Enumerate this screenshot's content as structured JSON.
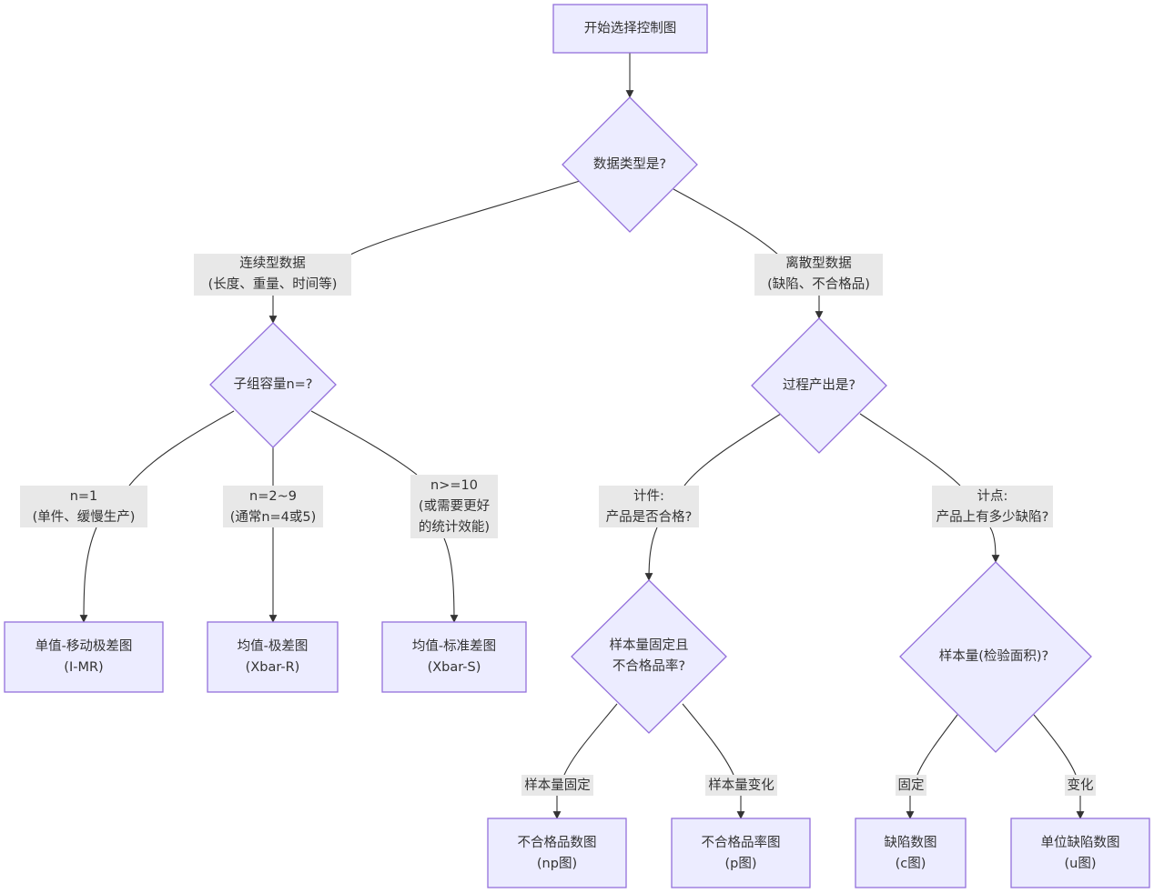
{
  "nodes": {
    "start": [
      "开始选择控制图"
    ],
    "data_type": [
      "数据类型是?"
    ],
    "subgroup": [
      "子组容量n=?"
    ],
    "process": [
      "过程产出是?"
    ],
    "imr": [
      "单值-移动极差图",
      "(I-MR)"
    ],
    "xbar_r": [
      "均值-极差图",
      "(Xbar-R)"
    ],
    "xbar_s": [
      "均值-标准差图",
      "(Xbar-S)"
    ],
    "fixed_rate": [
      "样本量固定且",
      "不合格品率?"
    ],
    "sample_area": [
      "样本量(检验面积)?"
    ],
    "np": [
      "不合格品数图",
      "(np图)"
    ],
    "p": [
      "不合格品率图",
      "(p图)"
    ],
    "c": [
      "缺陷数图",
      "(c图)"
    ],
    "u": [
      "单位缺陷数图",
      "(u图)"
    ]
  },
  "edge_labels": {
    "continuous": [
      "连续型数据",
      "(长度、重量、时间等)"
    ],
    "discrete": [
      "离散型数据",
      "(缺陷、不合格品)"
    ],
    "n1": [
      "n=1",
      "(单件、缓慢生产)"
    ],
    "n2_9": [
      "n=2~9",
      "(通常n=4或5)"
    ],
    "n10": [
      "n>=10",
      "(或需要更好",
      "的统计效能)"
    ],
    "defective": [
      "计件:",
      "产品是否合格?"
    ],
    "defects": [
      "计点:",
      "产品上有多少缺陷?"
    ],
    "fixed_size": [
      "样本量固定"
    ],
    "varying_size": [
      "样本量变化"
    ],
    "fixed": [
      "固定"
    ],
    "varying": [
      "变化"
    ]
  }
}
